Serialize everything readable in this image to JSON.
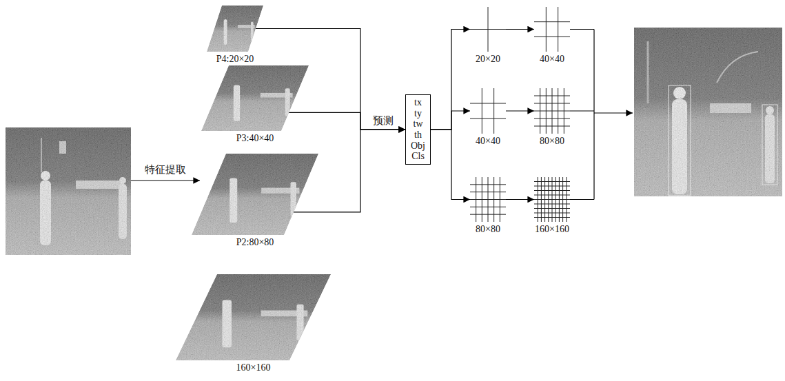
{
  "diagram": {
    "nodes": [
      {
        "text": [
          "P4:20×20"
        ]
      },
      {
        "text": [
          "P3:40×40"
        ]
      },
      {
        "text": [
          "P2:80×80"
        ]
      },
      {
        "text": [
          "160×160"
        ]
      },
      {
        "text": [
          "tx ty tw th Obj Cls"
        ]
      },
      {
        "text": [
          "20×20"
        ]
      },
      {
        "text": [
          "40×40"
        ]
      },
      {
        "text": [
          "40×40"
        ]
      },
      {
        "text": [
          "80×80"
        ]
      },
      {
        "text": [
          "80×80"
        ]
      },
      {
        "text": [
          "160×160"
        ]
      }
    ],
    "edges": [
      {
        "from": 0,
        "to": 4,
        "arrow": "to"
      },
      {
        "from": 1,
        "to": 4,
        "label": "预测",
        "arrow": "to"
      },
      {
        "from": 2,
        "to": 4,
        "arrow": "to"
      },
      {
        "from": 4,
        "to": 5,
        "arrow": "to"
      },
      {
        "from": 4,
        "to": 7,
        "arrow": "to"
      },
      {
        "from": 4,
        "to": 9,
        "arrow": "to"
      },
      {
        "from": 5,
        "to": 6,
        "arrow": "to"
      },
      {
        "from": 7,
        "to": 8,
        "arrow": "to"
      },
      {
        "from": 9,
        "to": 10,
        "arrow": "to"
      }
    ],
    "labels": [
      "特征提取"
    ]
  }
}
